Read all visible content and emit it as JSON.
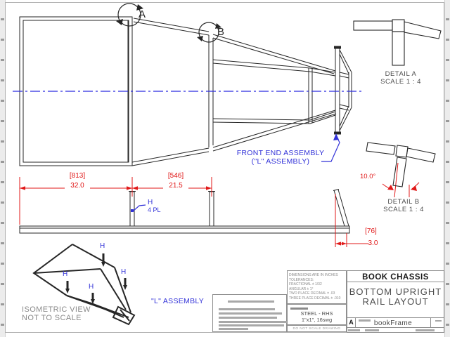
{
  "drawing": {
    "views": {
      "detail_a": {
        "circle_label": "A",
        "title": "DETAIL A",
        "scale": "SCALE 1 : 4"
      },
      "detail_b": {
        "circle_label": "B",
        "title": "DETAIL B",
        "scale": "SCALE 1 : 4",
        "angle": "10.0°"
      },
      "front_end": {
        "line1": "FRONT END ASSEMBLY",
        "line2": "(\"L\" ASSEMBLY)"
      },
      "iso": {
        "line1": "ISOMETRIC VIEW",
        "line2": "NOT TO SCALE",
        "assembly_label": "\"L\" ASSEMBLY"
      }
    },
    "dims": {
      "d813_mm": "[813]",
      "d813_in": "32.0",
      "d546_mm": "[546]",
      "d546_in": "21.5",
      "d76_mm": "[76]",
      "d76_in": "3.0",
      "upright_label": "H",
      "upright_qty": "4 PL",
      "iso_h": "H"
    }
  },
  "title_block": {
    "title": "BOOK CHASSIS",
    "subtitle1": "BOTTOM UPRIGHT",
    "subtitle2": "RAIL LAYOUT",
    "material1": "STEEL - RHS",
    "material2": "1\"x1\", 16swg",
    "do_not_scale": "DO NOT SCALE DRAWING",
    "rev": "A",
    "doc_name": "bookFrame",
    "tolerances": [
      "DIMENSIONS ARE IN INCHES",
      "TOLERANCES:",
      "FRACTIONAL ± 1/32",
      "ANGULAR ± 1°",
      "TWO PLACE DECIMAL ± .03",
      "THREE PLACE DECIMAL ± .010"
    ]
  },
  "colors": {
    "line": "#262626",
    "dimension": "#e01818",
    "annotation": "#3232d8",
    "muted": "#8a8a8a"
  }
}
